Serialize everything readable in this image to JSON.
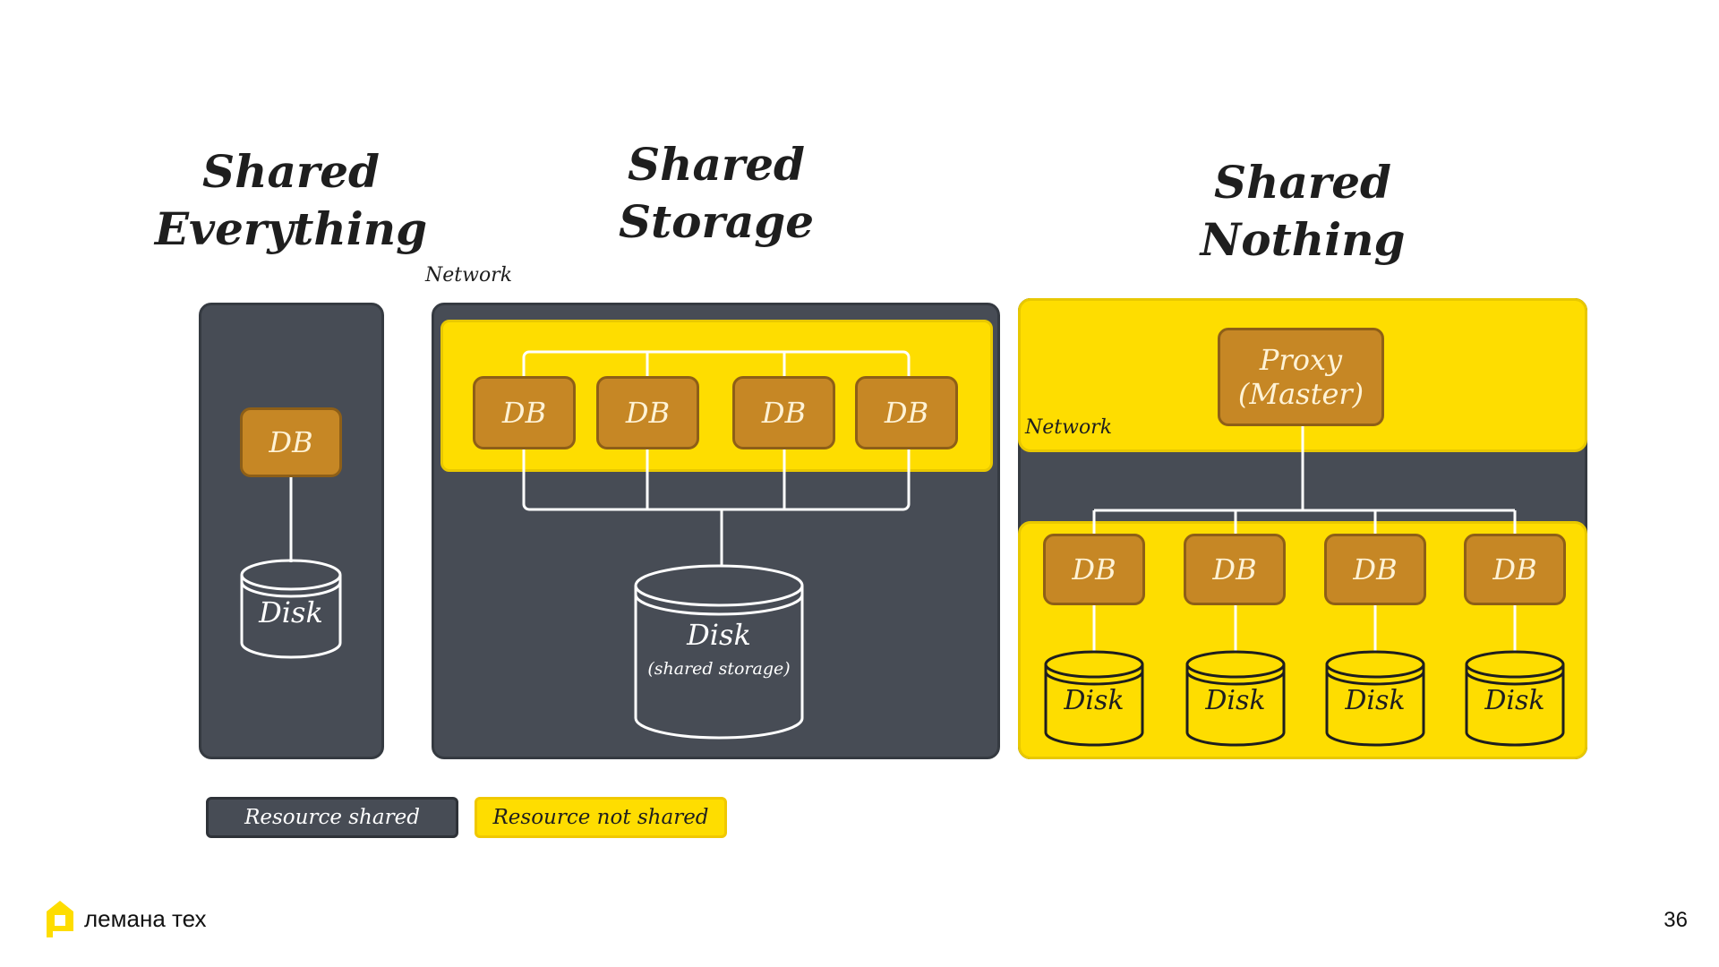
{
  "titles": {
    "shared_everything": [
      "Shared",
      "Everything"
    ],
    "shared_storage": [
      "Shared",
      "Storage"
    ],
    "shared_nothing": [
      "Shared",
      "Nothing"
    ]
  },
  "network_label": "Network",
  "shared_everything": {
    "db": "DB",
    "disk": "Disk"
  },
  "shared_storage": {
    "dbs": [
      "DB",
      "DB",
      "DB",
      "DB"
    ],
    "disk": "Disk",
    "disk_sub": "(shared storage)"
  },
  "shared_nothing": {
    "proxy": [
      "Proxy",
      "(Master)"
    ],
    "dbs": [
      "DB",
      "DB",
      "DB",
      "DB"
    ],
    "disks": [
      "Disk",
      "Disk",
      "Disk",
      "Disk"
    ]
  },
  "legend": {
    "shared": "Resource shared",
    "not_shared": "Resource not shared"
  },
  "footer": {
    "brand": "лемана тех",
    "page_number": "36"
  },
  "colors": {
    "dark": "#474c55",
    "yellow": "#fedd00",
    "db": "#c68725"
  }
}
